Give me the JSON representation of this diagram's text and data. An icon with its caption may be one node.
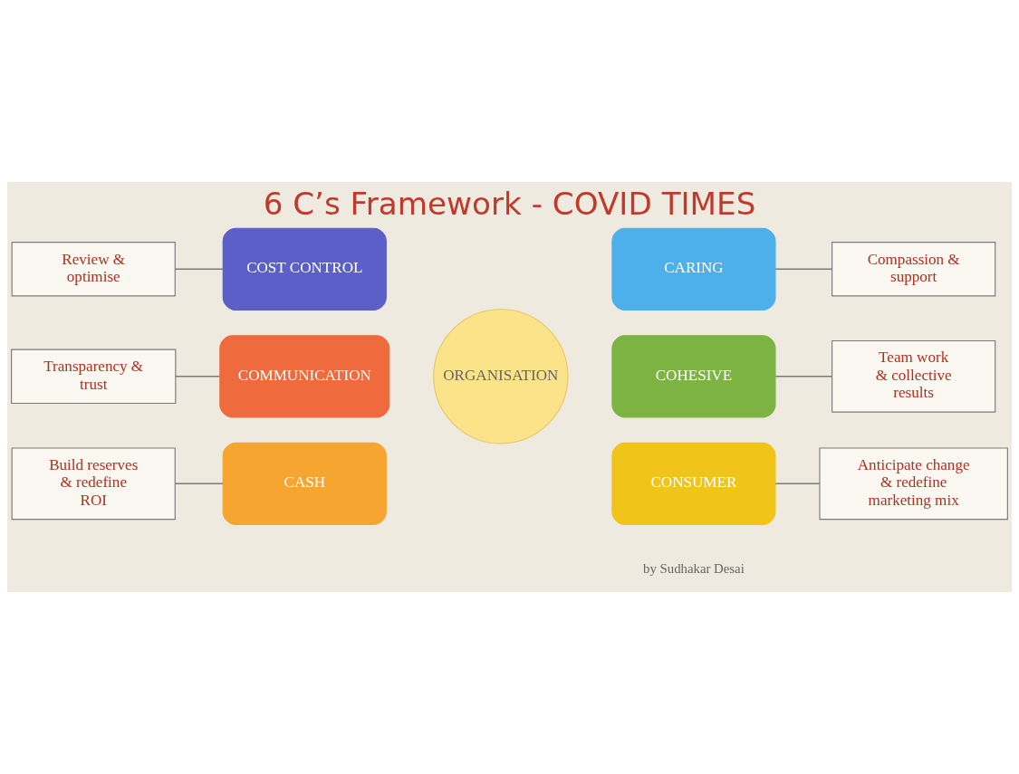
{
  "diagram": {
    "title": "6 C’s Framework - COVID TIMES",
    "caption": "by Sudhakar Desai",
    "nodes": [
      {
        "text": [
          "Review & optimise"
        ]
      },
      {
        "text": [
          "COST CONTROL"
        ]
      },
      {
        "text": [
          "CARING"
        ]
      },
      {
        "text": [
          "Compassion & support"
        ]
      },
      {
        "text": [
          "Transparency & trust"
        ]
      },
      {
        "text": [
          "COMMUNICATION"
        ]
      },
      {
        "text": [
          "ORGANISATION"
        ]
      },
      {
        "text": [
          "COHESIVE"
        ]
      },
      {
        "text": [
          "Team work & collective results"
        ]
      },
      {
        "text": [
          "Build reserves & redefine ROI"
        ]
      },
      {
        "text": [
          "CASH"
        ]
      },
      {
        "text": [
          "CONSUMER"
        ]
      },
      {
        "text": [
          "Anticipate change & redefine marketing mix"
        ]
      }
    ],
    "edges": [
      {
        "from": 0,
        "to": 1,
        "arrow": "none"
      },
      {
        "from": 2,
        "to": 3,
        "arrow": "none"
      },
      {
        "from": 4,
        "to": 5,
        "arrow": "none"
      },
      {
        "from": 7,
        "to": 8,
        "arrow": "none"
      },
      {
        "from": 9,
        "to": 10,
        "arrow": "none"
      },
      {
        "from": 11,
        "to": 12,
        "arrow": "none"
      }
    ]
  }
}
